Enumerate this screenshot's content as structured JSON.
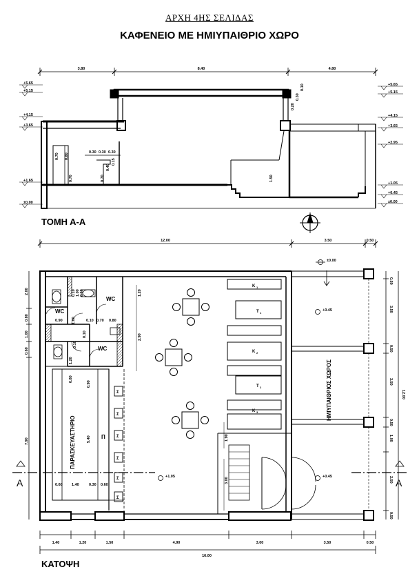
{
  "header": {
    "top_label": "ΑΡΧΗ 4ΗΣ ΣΕΛΙΔΑΣ",
    "title": "ΚΑΦΕΝΕΙΟ ΜΕ ΗΜΙΥΠΑΙΘΡΙΟ ΧΩΡΟ"
  },
  "section": {
    "title": "ΤΟΜΗ Α-Α",
    "top_dims": [
      "3.80",
      "8.40",
      "4.80"
    ],
    "left_levels": [
      "+5.65",
      "+5.15",
      "+4.15",
      "+3.65",
      "+1.65",
      "±0.00"
    ],
    "right_levels": [
      "+5.65",
      "+5.15",
      "+4.15",
      "+3.65",
      "+2.95",
      "+1.05",
      "+0.45",
      "±0.00"
    ],
    "inner_dims": [
      "0.30",
      "0.30",
      "0.30",
      "0.70",
      "0.80",
      "0.70",
      "0.40",
      "0.15",
      "1.50",
      "0.20",
      "0.30",
      "0.10"
    ]
  },
  "plan": {
    "title": "ΚΑΤΟΨΗ",
    "top_dims": [
      "12.00",
      "3.50",
      "0.50"
    ],
    "bottom_dims": [
      "1.40",
      "1.20",
      "1.50",
      "4.90",
      "3.00",
      "3.50",
      "0.50"
    ],
    "total_dim": "16.00",
    "left_dims": [
      "2.00",
      "0.80",
      "1.00",
      "0.60",
      "7.90"
    ],
    "right_dims": [
      "0.50",
      "3.50",
      "0.50",
      "3.50",
      "0.50",
      "1.00",
      "2.50",
      "0.50"
    ],
    "right_total": "12.00",
    "rooms": {
      "wc": "WC",
      "kitchen": "ΠΑΡΑΣΚΕΥΑΣΤΗΡΙΟ",
      "outdoor": "ΗΜΙΥΠΑΙΘΡΙΟΣ ΧΩΡΟΣ",
      "counter": "Π"
    },
    "levels": {
      "entrance": "±0.00",
      "outdoor": "+0.45",
      "outdoor_low": "+0.45",
      "main": "+1.05"
    },
    "fridges": [
      "Σ",
      "Σ",
      "Σ",
      "Σ",
      "Σ",
      "Σ"
    ],
    "tables": [
      "K",
      "T",
      "K",
      "T",
      "K"
    ],
    "table_subs": [
      "1",
      "1",
      "2",
      "2",
      "3"
    ],
    "section_mark": "Α",
    "inner_dims": [
      "1.20",
      "2.90",
      "1.90",
      "3.00",
      "5.40",
      "1.00",
      "0.90",
      "0.10",
      "0.70",
      "0.80",
      "0.60",
      "1.40",
      "0.30",
      "0.60",
      "0.10",
      "1.00",
      "0.10",
      "1.20",
      "0.10",
      "0.80",
      "0.90",
      "0.10"
    ]
  }
}
